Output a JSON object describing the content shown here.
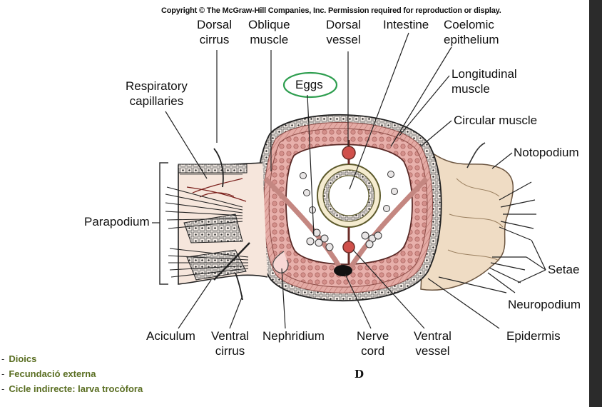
{
  "copyright": "Copyright © The McGraw-Hill Companies, Inc. Permission required for reproduction or display.",
  "labels": {
    "dorsal_cirrus": [
      "Dorsal",
      "cirrus"
    ],
    "oblique_muscle": [
      "Oblique",
      "muscle"
    ],
    "dorsal_vessel": [
      "Dorsal",
      "vessel"
    ],
    "intestine": "Intestine",
    "coelomic_epithelium": [
      "Coelomic",
      "epithelium"
    ],
    "eggs": "Eggs",
    "respiratory_capillaries": [
      "Respiratory",
      "capillaries"
    ],
    "longitudinal_muscle": [
      "Longitudinal",
      "muscle"
    ],
    "circular_muscle": "Circular muscle",
    "notopodium": "Notopodium",
    "parapodium": "Parapodium",
    "setae": "Setae",
    "neuropodium": "Neuropodium",
    "aciculum": "Aciculum",
    "ventral_cirrus": [
      "Ventral",
      "cirrus"
    ],
    "nephridium": "Nephridium",
    "nerve_cord": [
      "Nerve",
      "cord"
    ],
    "ventral_vessel": [
      "Ventral",
      "vessel"
    ],
    "epidermis": "Epidermis"
  },
  "panel_letter": "D",
  "bullets": [
    "Dioics",
    "Fecundació externa",
    "Cicle indirecte: larva trocòfora"
  ],
  "colors": {
    "eggs_highlight": "#2e9e4f",
    "bullet_text": "#5a6e22",
    "muscle": "#d99a95",
    "tissue": "#f3dcd3",
    "parapodium_fill": "#efdcc4",
    "sidebar": "#2b2b2b"
  }
}
